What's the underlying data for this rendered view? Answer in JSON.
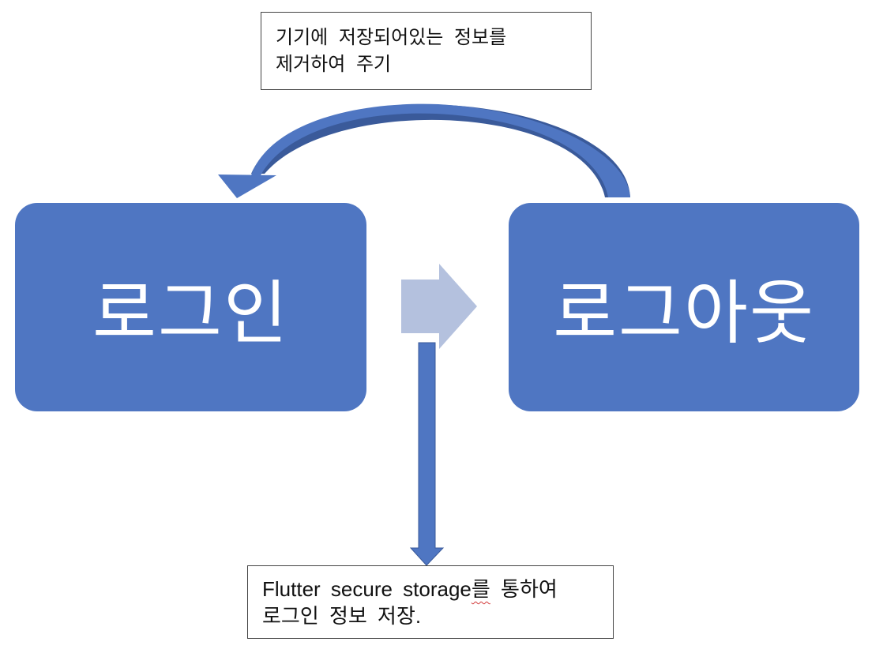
{
  "nodes": {
    "login": {
      "label": "로그인"
    },
    "logout": {
      "label": "로그아웃"
    }
  },
  "notes": {
    "top": {
      "line1": "기기에 저장되어있는 정보를",
      "line2": "제거하여 주기"
    },
    "bottom": {
      "prefix": "Flutter secure storage",
      "flagged": "를",
      "suffix": " 통하여",
      "line2": "로그인 정보 저장."
    }
  },
  "colors": {
    "box_fill": "#4f76c2",
    "right_arrow": "#b4c1de",
    "down_arrow": "#4f76c2",
    "curved_arrow_front": "#4f76c2",
    "curved_arrow_back": "#3a5a9a",
    "spell_underline": "#d23b3b"
  }
}
